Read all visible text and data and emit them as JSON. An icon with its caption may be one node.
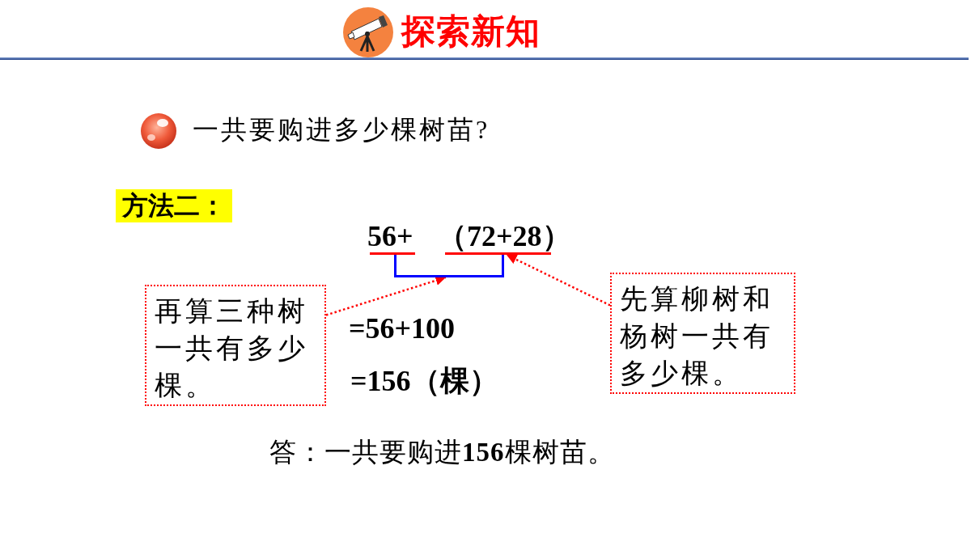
{
  "diagram": {
    "title": "探索新知",
    "nodes": [
      {
        "text": [
          "再算三种树一共有多少棵。"
        ]
      },
      {
        "text": [],
        "shape": "bracket"
      },
      {
        "text": [
          "先算柳树和杨树一共有多少棵。"
        ]
      },
      {
        "text": [],
        "shape": "line"
      }
    ],
    "edges": [
      {
        "from": 0,
        "to": 1,
        "arrow": "to",
        "style": "dashed"
      },
      {
        "from": 2,
        "to": 3,
        "arrow": "to",
        "style": "dashed"
      }
    ],
    "labels": [
      "一共要购进多少棵树苗?",
      "方法二：",
      "56+",
      "（72+28）",
      "=56+100",
      "=156（棵）",
      "答：一共要购进**156**棵树苗。"
    ]
  }
}
